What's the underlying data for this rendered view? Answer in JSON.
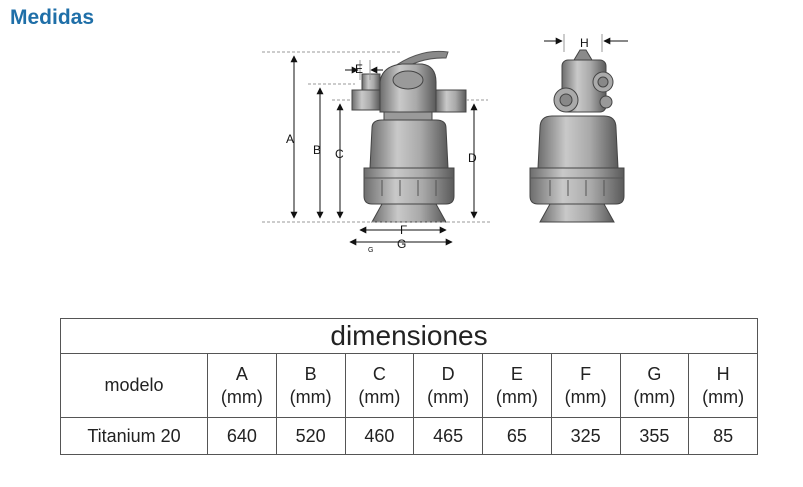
{
  "heading": "Medidas",
  "diagram": {
    "labels": {
      "A": "A",
      "B": "B",
      "C": "C",
      "D": "D",
      "E": "E",
      "F": "F",
      "G": "G",
      "g_small": "G",
      "H": "H"
    }
  },
  "table": {
    "title": "dimensiones",
    "model_header": "modelo",
    "columns": [
      {
        "letter": "A",
        "unit": "(mm)"
      },
      {
        "letter": "B",
        "unit": "(mm)"
      },
      {
        "letter": "C",
        "unit": "(mm)"
      },
      {
        "letter": "D",
        "unit": "(mm)"
      },
      {
        "letter": "E",
        "unit": "(mm)"
      },
      {
        "letter": "F",
        "unit": "(mm)"
      },
      {
        "letter": "G",
        "unit": "(mm)"
      },
      {
        "letter": "H",
        "unit": "(mm)"
      }
    ],
    "rows": [
      {
        "model": "Titanium 20",
        "values": [
          "640",
          "520",
          "460",
          "465",
          "65",
          "325",
          "355",
          "85"
        ]
      }
    ]
  }
}
